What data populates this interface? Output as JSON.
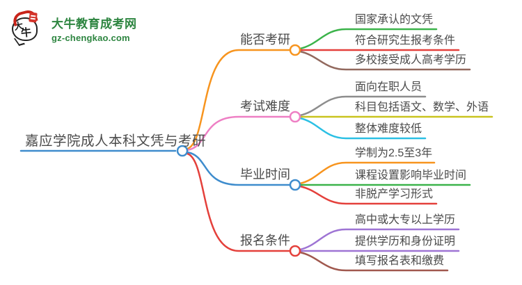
{
  "logo": {
    "icon_chars": {
      "first": "大",
      "second": "牛"
    },
    "site_name": "大牛教育成考网",
    "site_domain": "gz-chengkao.com",
    "brand_green": "#2d8540",
    "seal_red": "#d4342a"
  },
  "central": {
    "label": "嘉应学院成人本科文凭与考研",
    "color": "#3e8ccd"
  },
  "text_color": "#4a4a4a",
  "branches": [
    {
      "label": "能否考研",
      "color": "#f7941e",
      "children": [
        {
          "text": "国家承认的文凭",
          "color": "#3bb34a"
        },
        {
          "text": "符合研究生报考条件",
          "color": "#e4403b"
        },
        {
          "text": "多校接受成人高考学历",
          "color": "#92695e"
        }
      ]
    },
    {
      "label": "考试难度",
      "color": "#ee7fc4",
      "children": [
        {
          "text": "面向在职人员",
          "color": "#8d8d8d"
        },
        {
          "text": "科目包括语文、数学、外语",
          "color": "#c9c31f"
        },
        {
          "text": "整体难度较低",
          "color": "#2bc0e4"
        }
      ]
    },
    {
      "label": "毕业时间",
      "color": "#3e8ccd",
      "children": [
        {
          "text": "学制为2.5至3年",
          "color": "#f7941e"
        },
        {
          "text": "课程设置影响毕业时间",
          "color": "#3bb34a"
        },
        {
          "text": "非脱产学习形式",
          "color": "#e4403b"
        }
      ]
    },
    {
      "label": "报名条件",
      "color": "#e4403b",
      "children": [
        {
          "text": "高中或大专以上学历",
          "color": "#9e74d4"
        },
        {
          "text": "提供学历和身份证明",
          "color": "#9e74d4"
        },
        {
          "text": "填写报名表和缴费",
          "color": "#a0584e"
        }
      ]
    }
  ]
}
